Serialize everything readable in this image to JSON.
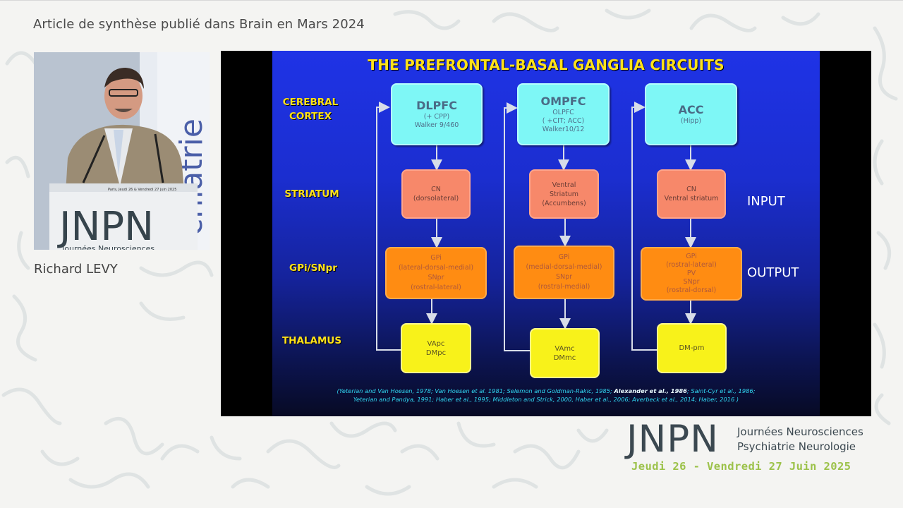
{
  "header": {
    "text": "Article de synthèse publié dans Brain en Mars 2024"
  },
  "speaker": {
    "name": "Richard LEVY",
    "podium_brand": "JNPN",
    "podium_subtitle": "Journées Neurosciences",
    "podium_dateline": "Paris, Jeudi 26 & Vendredi 27 juin 2025",
    "backdrop_text": "chiatrie"
  },
  "slide": {
    "title": "THE PREFRONTAL-BASAL GANGLIA CIRCUITS",
    "row_labels": {
      "cortex_1": "CEREBRAL",
      "cortex_2": "CORTEX",
      "striatum": "STRIATUM",
      "gpi": "GPi/SNpr",
      "thalamus": "THALAMUS"
    },
    "side_labels": {
      "input": "INPUT",
      "output": "OUTPUT"
    },
    "columns": [
      {
        "cortex": {
          "name": "DLPFC",
          "l1": "(+ CPP)",
          "l2": "Walker 9/460",
          "l3": ""
        },
        "striatum": {
          "l1": "CN",
          "l2": "(dorsolateral)",
          "l3": ""
        },
        "gpi": {
          "l1": "GPi",
          "l2": "(lateral-dorsal-medial)",
          "l3": "SNpr",
          "l4": "(rostral-lateral)"
        },
        "thalamus": {
          "l1": "VApc",
          "l2": "DMpc"
        }
      },
      {
        "cortex": {
          "name": "OMPFC",
          "l1": "OLPFC",
          "l2": "( +CIT; ACC)",
          "l3": "Walker10/12"
        },
        "striatum": {
          "l1": "Ventral",
          "l2": "Striatum",
          "l3": "(Accumbens)"
        },
        "gpi": {
          "l1": "GPi",
          "l2": "(medial-dorsal-medial)",
          "l3": "SNpr",
          "l4": "(rostral-medial)"
        },
        "thalamus": {
          "l1": "VAmc",
          "l2": "DMmc"
        }
      },
      {
        "cortex": {
          "name": "ACC",
          "l1": "(Hipp)",
          "l2": "",
          "l3": ""
        },
        "striatum": {
          "l1": "CN",
          "l2": "Ventral striatum",
          "l3": ""
        },
        "gpi": {
          "l1": "GPi",
          "l2": "(rostral-lateral)",
          "l3": "PV",
          "l4": "SNpr",
          "l5": "(rostral-dorsal)"
        },
        "thalamus": {
          "l1": "DM-pm",
          "l2": ""
        }
      }
    ],
    "references": {
      "line1_a": "(Yeterian and Van Hoesen, 1978; Van Hoesen et al. 1981; Selemon and Goldman-Rakic, 1985; ",
      "line1_bold": "Alexander et al., 1986",
      "line1_b": "; Saint-Cyr et al., 1986;",
      "line2": "Yeterian and Pandya, 1991; Haber et al., 1995; Middleton and Strick, 2000, Haber et al., 2006; Averbeck et al., 2014; Haber, 2016 )"
    },
    "colors": {
      "title": "#ffe11a",
      "cortex_box": "#7ef7f6",
      "striatum_box": "#f7886a",
      "gpi_box": "#ff8c12",
      "thalamus_box": "#f8f21a",
      "references": "#31d6f0"
    }
  },
  "branding": {
    "logo": "JNPN",
    "line1": "Journées Neurosciences",
    "line2": "Psychiatrie Neurologie",
    "dates": "Jeudi 26 - Vendredi 27 Juin 2025",
    "dates_color": "#9cc24a"
  }
}
